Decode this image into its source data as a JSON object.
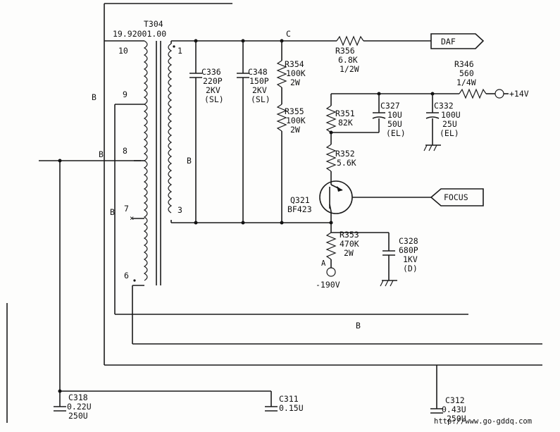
{
  "transformer": {
    "ref": "T304",
    "ratio": "19.92001.00",
    "pins": [
      "10",
      "9",
      "8",
      "7",
      "6",
      "1",
      "3"
    ]
  },
  "nodes": {
    "c": "C",
    "b": "B"
  },
  "components": {
    "c336": {
      "ref": "C336",
      "value": "220P",
      "rating": "2KV",
      "type": "(SL)"
    },
    "c348": {
      "ref": "C348",
      "value": "150P",
      "rating": "2KV",
      "type": "(SL)"
    },
    "r354": {
      "ref": "R354",
      "value": "100K",
      "power": "2W"
    },
    "r355": {
      "ref": "R355",
      "value": "100K",
      "power": "2W"
    },
    "r356": {
      "ref": "R356",
      "value": "6.8K",
      "power": "1/2W"
    },
    "r346": {
      "ref": "R346",
      "value": "560",
      "power": "1/4W"
    },
    "r351": {
      "ref": "R351",
      "value": "82K"
    },
    "r352": {
      "ref": "R352",
      "value": "5.6K"
    },
    "r353": {
      "ref": "R353",
      "value": "470K",
      "power": "2W"
    },
    "c327": {
      "ref": "C327",
      "value": "10U",
      "voltage": "50U",
      "type": "(EL)"
    },
    "c332": {
      "ref": "C332",
      "value": "100U",
      "voltage": "25U",
      "type": "(EL)"
    },
    "c328": {
      "ref": "C328",
      "value": "680P",
      "voltage": "1KV",
      "type": "(D)"
    },
    "q321": {
      "ref": "Q321",
      "part": "BF423"
    },
    "c318": {
      "ref": "C318",
      "value": "0.22U",
      "voltage": "250U"
    },
    "c311": {
      "ref": "C311",
      "value": "0.15U"
    },
    "c312": {
      "ref": "C312",
      "value": "0.43U",
      "voltage": "250U"
    }
  },
  "connectors": {
    "daf": "DAF",
    "focus": "FOCUS"
  },
  "supplies": {
    "plus14": "+14V",
    "minus190": "-190V"
  },
  "watermark": "http://www.go-gddq.com"
}
